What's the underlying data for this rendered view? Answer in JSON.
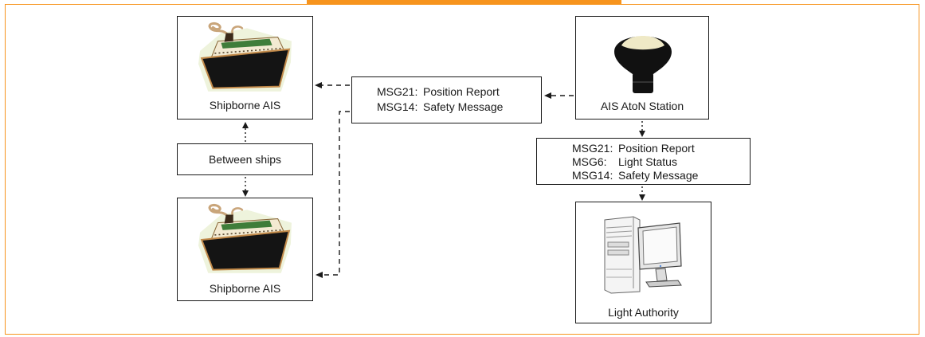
{
  "colors": {
    "frame": "#f7941d",
    "box_border": "#1a1a1a",
    "arrow": "#1a1a1a",
    "ship_hull": "#141414",
    "ship_band": "#3f7d3a",
    "aton_body": "#111111",
    "aton_lens": "#efe9c6"
  },
  "nodes": {
    "shipborne_top": {
      "label": "Shipborne AIS",
      "icon": "ship-icon"
    },
    "between_ships": {
      "label": "Between ships"
    },
    "shipborne_bottom": {
      "label": "Shipborne AIS",
      "icon": "ship-icon"
    },
    "aton_station": {
      "label": "AIS AtoN Station",
      "icon": "aton-lamp-icon"
    },
    "light_authority": {
      "label": "Light Authority",
      "icon": "computer-icon"
    }
  },
  "messages_center": [
    {
      "code": "MSG21:",
      "text": "Position Report"
    },
    {
      "code": "MSG14:",
      "text": "Safety Message"
    }
  ],
  "messages_right": [
    {
      "code": "MSG21:",
      "text": "Position Report"
    },
    {
      "code": "MSG6:",
      "text": "Light Status"
    },
    {
      "code": "MSG14:",
      "text": "Safety Message"
    }
  ]
}
